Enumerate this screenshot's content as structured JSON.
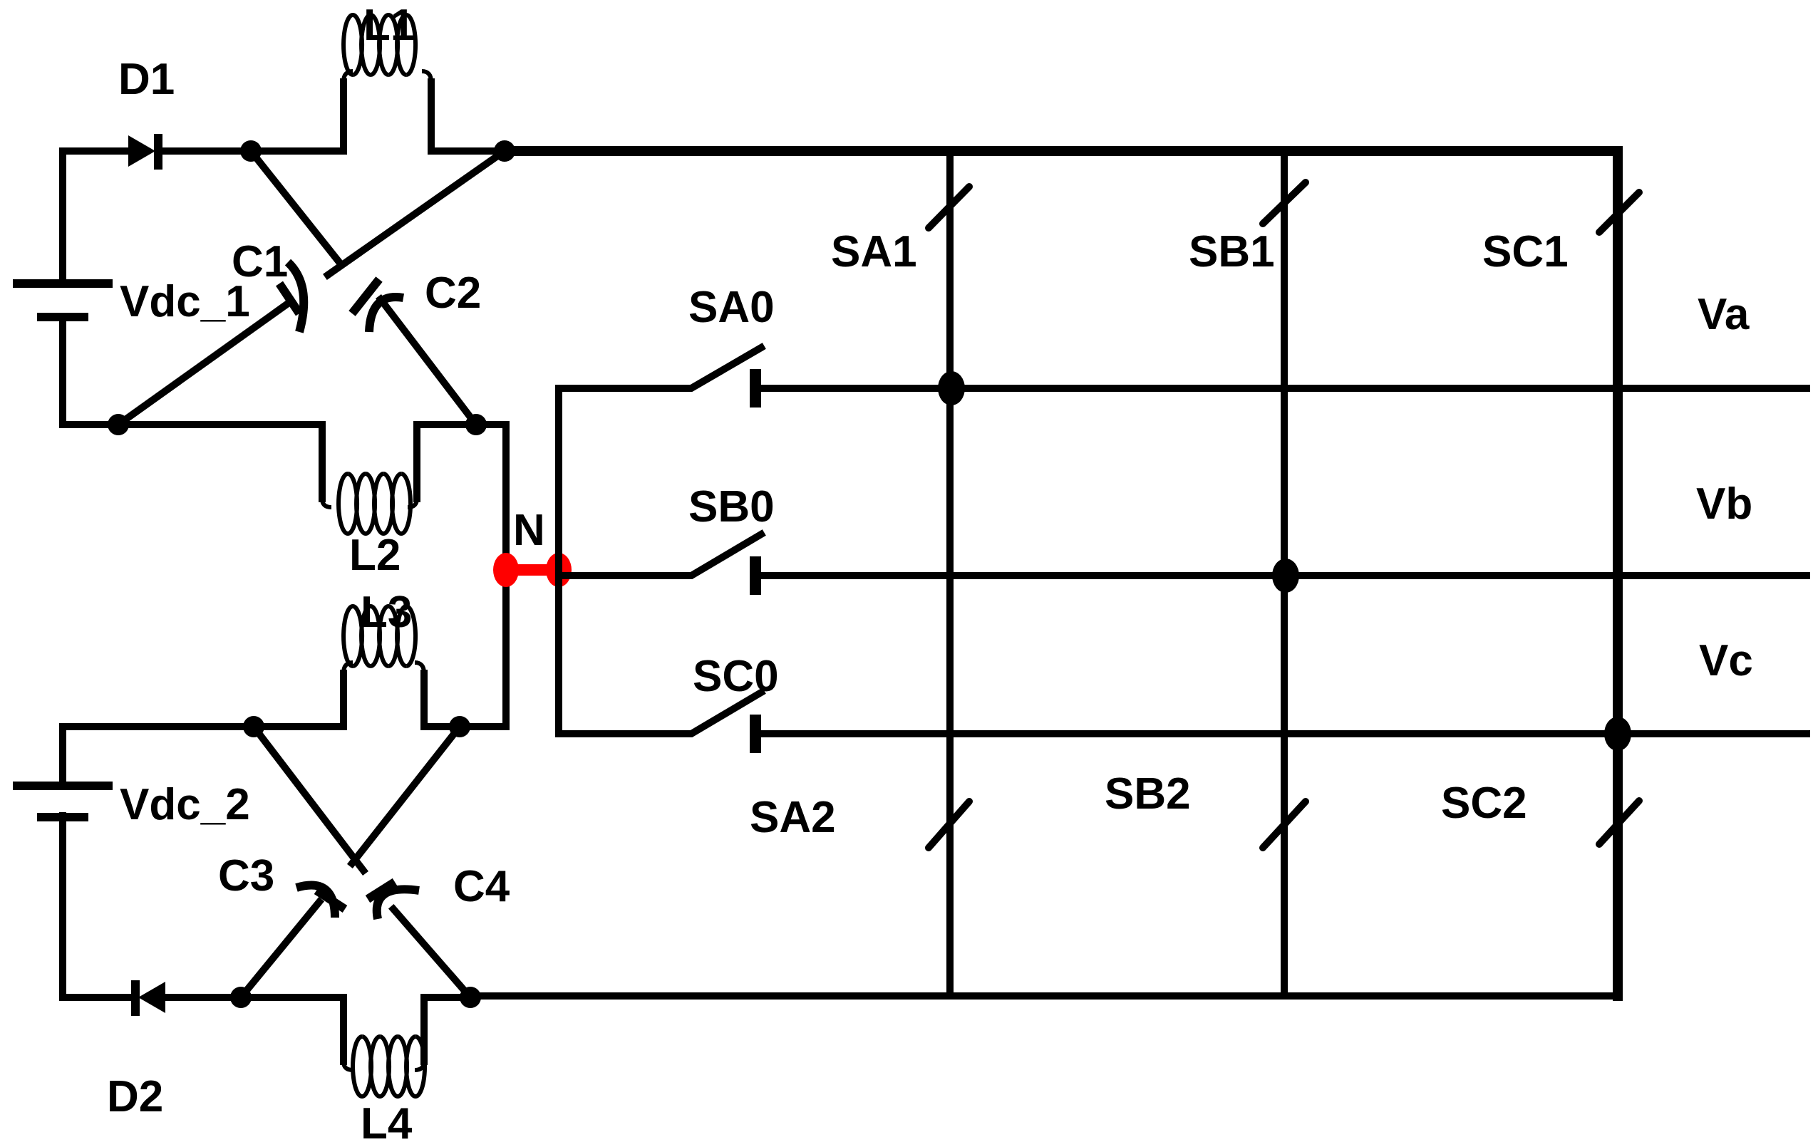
{
  "labels": {
    "D1": "D1",
    "D2": "D2",
    "L1": "L1",
    "L2": "L2",
    "L3": "L3",
    "L4": "L4",
    "C1": "C1",
    "C2": "C2",
    "C3": "C3",
    "C4": "C4",
    "Vdc1": "Vdc_1",
    "Vdc2": "Vdc_2",
    "N": "N",
    "SA0": "SA0",
    "SB0": "SB0",
    "SC0": "SC0",
    "SA1": "SA1",
    "SB1": "SB1",
    "SC1": "SC1",
    "SA2": "SA2",
    "SB2": "SB2",
    "SC2": "SC2",
    "Va": "Va",
    "Vb": "Vb",
    "Vc": "Vc"
  },
  "colors": {
    "wire": "#000000",
    "neutral_link": "#ff0000",
    "background": "#ffffff"
  }
}
